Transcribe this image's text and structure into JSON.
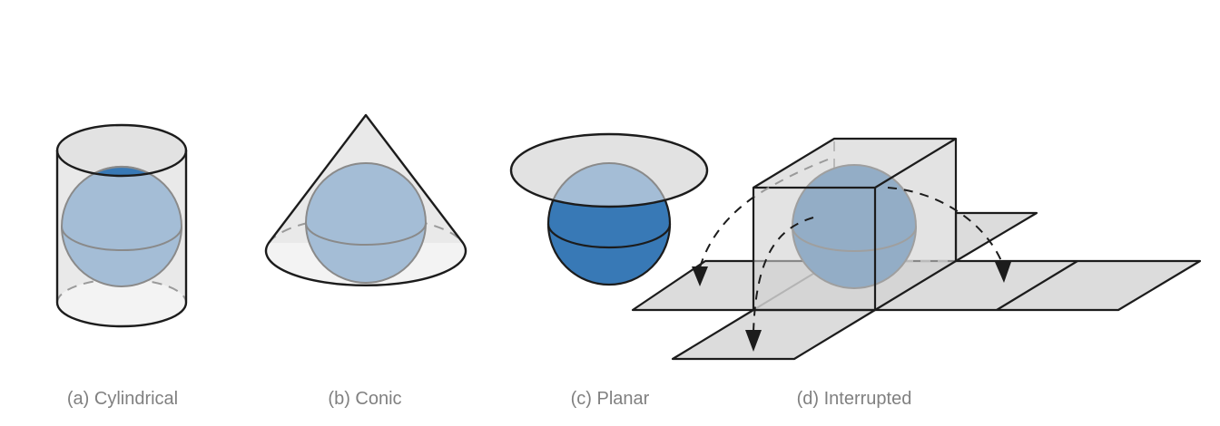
{
  "figure": {
    "panels": [
      {
        "id": "a",
        "label": "(a) Cylindrical"
      },
      {
        "id": "b",
        "label": "(b) Conic"
      },
      {
        "id": "c",
        "label": "(c) Planar"
      },
      {
        "id": "d",
        "label": "(d) Interrupted"
      }
    ]
  },
  "colors": {
    "background": "#ffffff",
    "sphere_light": "#a4bdd6",
    "sphere_dark": "#3879b6",
    "sphere_outline": "#8a8a8a",
    "sphere_outline_dark": "#555555",
    "surface": "#e9e9e9",
    "surface_top": "#e2e2e2",
    "surface_inner": "#f3f3f3",
    "plane": "#dcdcdc",
    "cube_face": "#d0d0d0",
    "outline": "#1c1c1c",
    "hidden_line": "#9a9a9a",
    "label_text": "#808080"
  }
}
